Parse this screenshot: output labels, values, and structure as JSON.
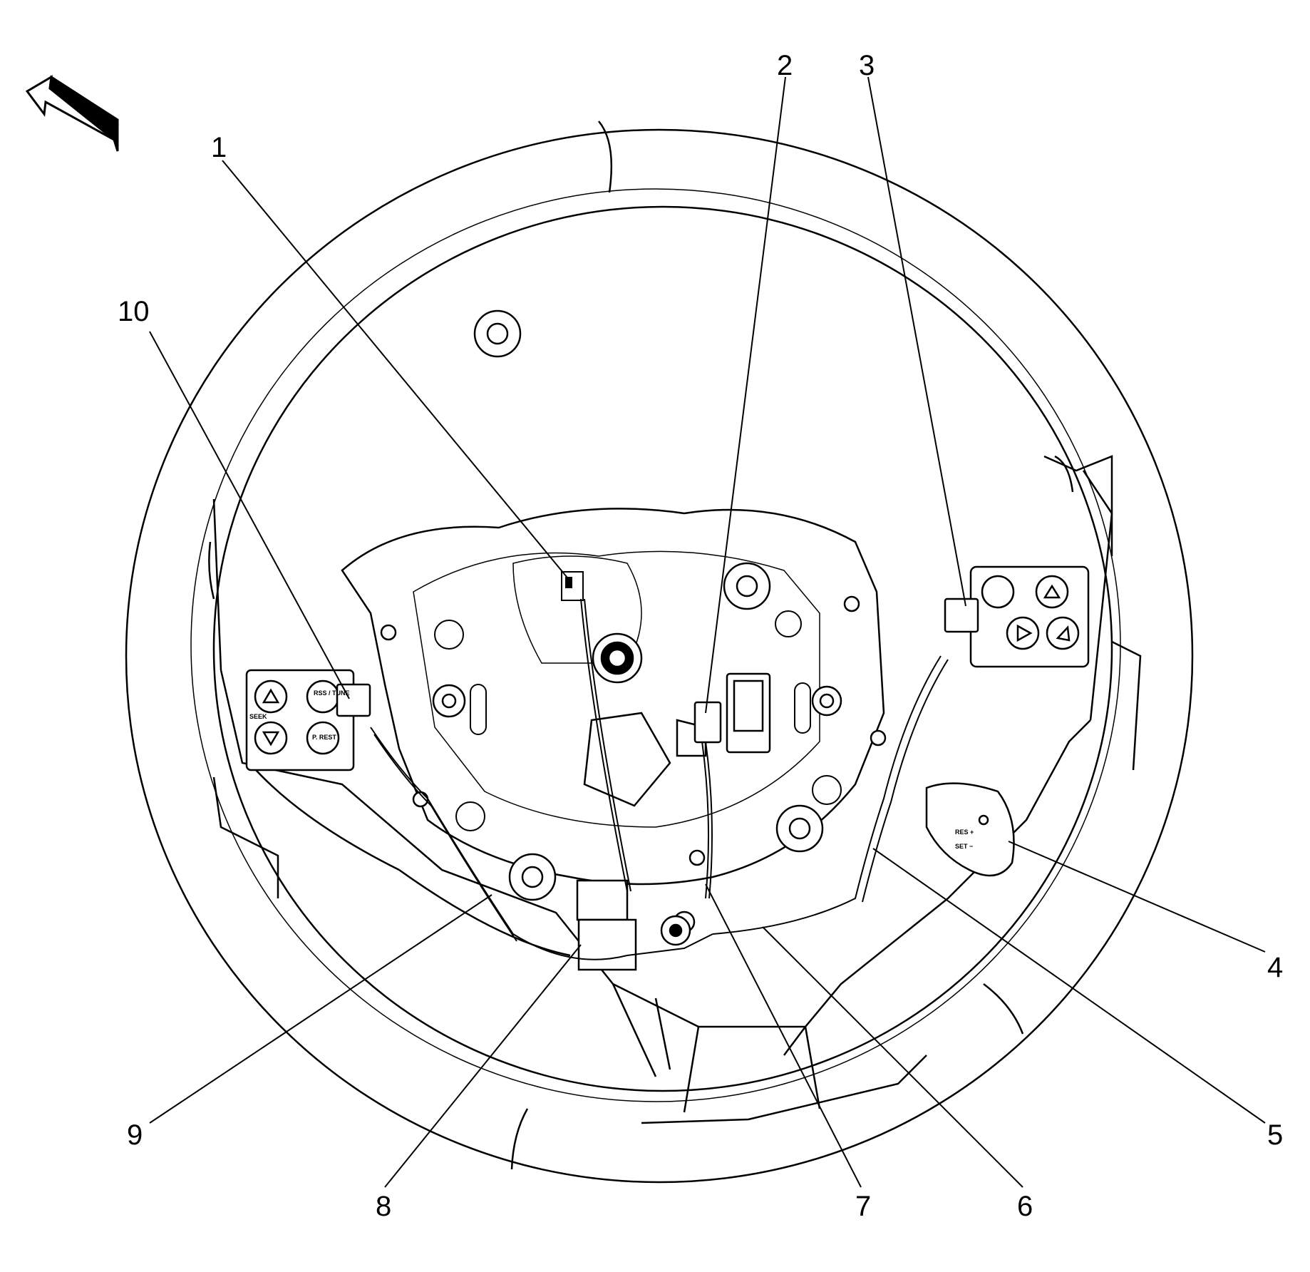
{
  "figure": {
    "callouts": [
      {
        "id": "1",
        "label": "1"
      },
      {
        "id": "2",
        "label": "2"
      },
      {
        "id": "3",
        "label": "3"
      },
      {
        "id": "4",
        "label": "4"
      },
      {
        "id": "5",
        "label": "5"
      },
      {
        "id": "6",
        "label": "6"
      },
      {
        "id": "7",
        "label": "7"
      },
      {
        "id": "8",
        "label": "8"
      },
      {
        "id": "9",
        "label": "9"
      },
      {
        "id": "10",
        "label": "10"
      }
    ],
    "left_switch_labels": {
      "top": "RSS / TUNE",
      "bottom": "P. REST",
      "side": "SEEK"
    },
    "cruise_switch_labels": {
      "res": "RES +",
      "set": "SET −"
    },
    "icons": [
      "view-direction-arrow-icon",
      "steering-wheel-icon"
    ]
  }
}
